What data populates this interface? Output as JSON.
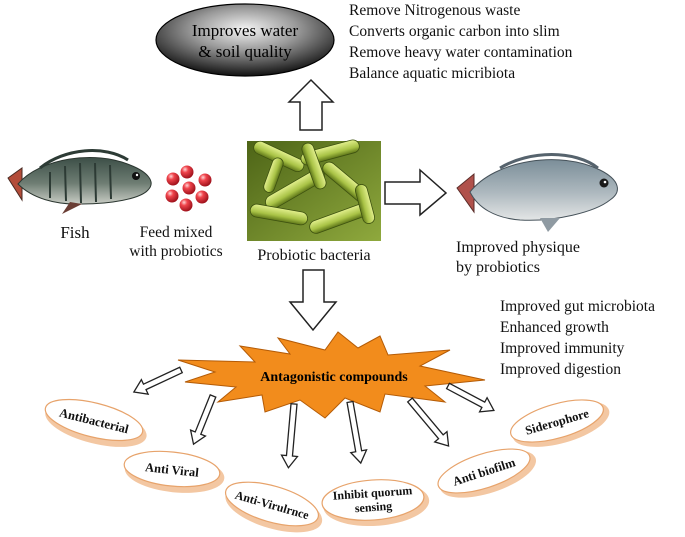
{
  "top_ellipse": {
    "line1": "Improves water",
    "line2": "& soil quality"
  },
  "water_benefits": [
    "Remove Nitrogenous waste",
    "Converts organic carbon into slim",
    "Remove heavy water contamination",
    "Balance aquatic micribiota"
  ],
  "fish_label": "Fish",
  "feed_label": {
    "line1": "Feed mixed",
    "line2": "with probiotics"
  },
  "bacteria_label": "Probiotic bacteria",
  "improved_fish_label": {
    "line1": "Improved physique",
    "line2": "by probiotics"
  },
  "fish_benefits": [
    "Improved gut microbiota",
    "Enhanced growth",
    "Improved immunity",
    "Improved digestion"
  ],
  "antagonistic_label": "Antagonistic compounds",
  "compounds": [
    "Antibacterial",
    "Anti Viral",
    "Anti-Virulrnce",
    "Inhibit quorum sensing",
    "Anti biofilm",
    "Siderophore"
  ],
  "colors": {
    "burst": "#f28c1c",
    "bead": "#e8333b",
    "ellipse_dark": "#1a1a1a",
    "petal_shadow": "#f3c7a2",
    "bacteria_bg": "#6f8a2a"
  }
}
